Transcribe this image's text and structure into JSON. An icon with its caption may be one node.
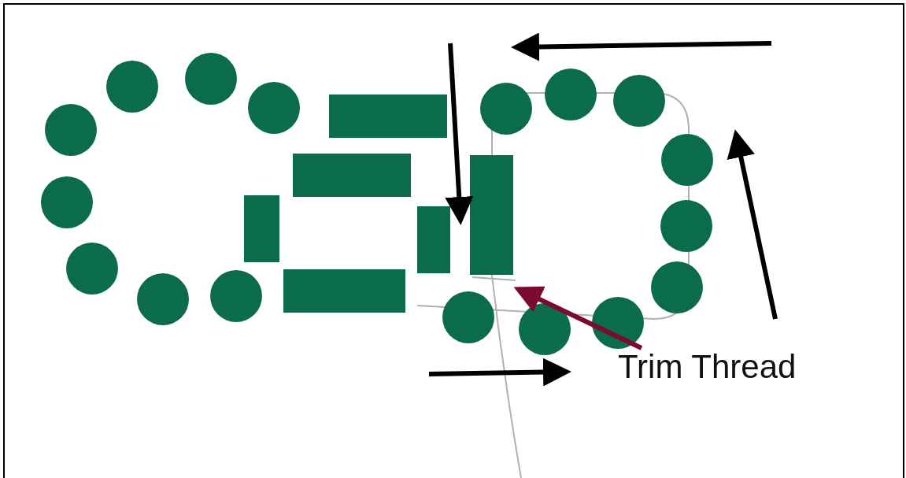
{
  "diagram": {
    "nodes": [
      {
        "text": [
          "Trim Thread"
        ]
      },
      {
        "text": [],
        "shape": "line"
      }
    ],
    "edges": [
      {
        "from": 0,
        "to": 1,
        "arrow": "to"
      }
    ]
  }
}
